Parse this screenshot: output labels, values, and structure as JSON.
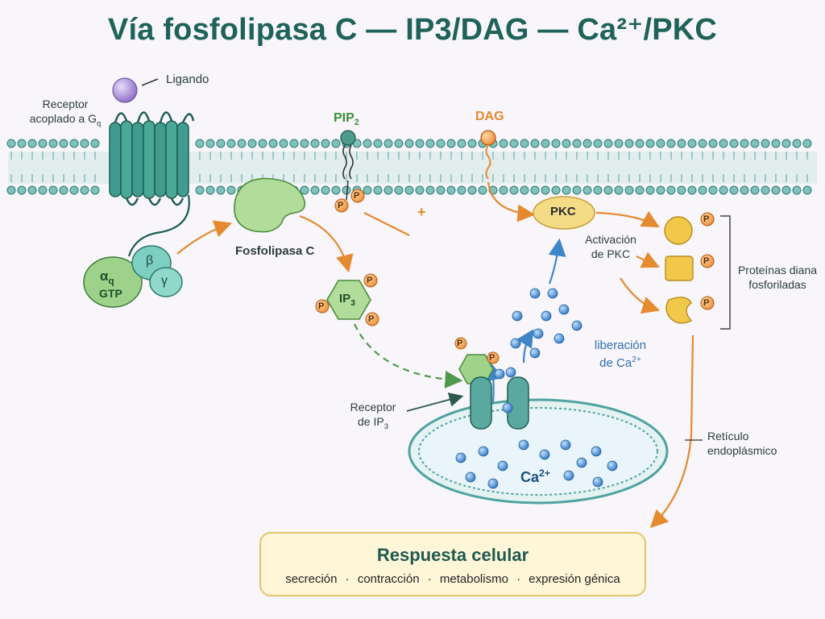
{
  "title": "Vía fosfolipasa C — IP3/DAG — Ca²⁺/PKC",
  "labels": {
    "ligand": "Ligando",
    "receptor_line1": "Receptor",
    "receptor_line2": "acoplado a G",
    "receptor_sub": "q",
    "pip2": "PIP",
    "pip2_sub": "2",
    "dag": "DAG",
    "plc": "Fosfolipasa C",
    "alpha": "α",
    "alpha_sub": "q",
    "gtp": "GTP",
    "beta": "β",
    "gamma": "γ",
    "ip3": "IP",
    "ip3_sub": "3",
    "phosphate": "P",
    "plus": "+",
    "pkc": "PKC",
    "pkc_activation_line1": "Activación",
    "pkc_activation_line2": "de PKC",
    "target_proteins_line1": "Proteínas diana",
    "target_proteins_line2": "fosforiladas",
    "ip3_receptor_line1": "Receptor",
    "ip3_receptor_line2": "de IP",
    "ip3_receptor_sub": "3",
    "ca_release_line1": "liberación",
    "ca_release_line2": "de Ca",
    "ca_release_sup": "2+",
    "ca_store": "Ca",
    "ca_store_sup": "2+",
    "er_line1": "Retículo",
    "er_line2": "endoplásmico"
  },
  "response": {
    "title": "Respuesta celular",
    "items": [
      "secreción",
      "contracción",
      "metabolismo",
      "expresión génica"
    ]
  },
  "colors": {
    "title": "#1e6259",
    "membrane": "#4fa3a0",
    "plc": "#a8d48c",
    "alpha": "#8cc97a",
    "betagamma": "#6fc3b6",
    "arrow_orange": "#e48a2f",
    "arrow_green": "#4f9a4a",
    "arrow_blue": "#3f86c9",
    "calcium": "#3b87d0",
    "pkc": "#f3d77c",
    "phosphate": "#f5a04e",
    "ligand": "#a98bd6"
  }
}
